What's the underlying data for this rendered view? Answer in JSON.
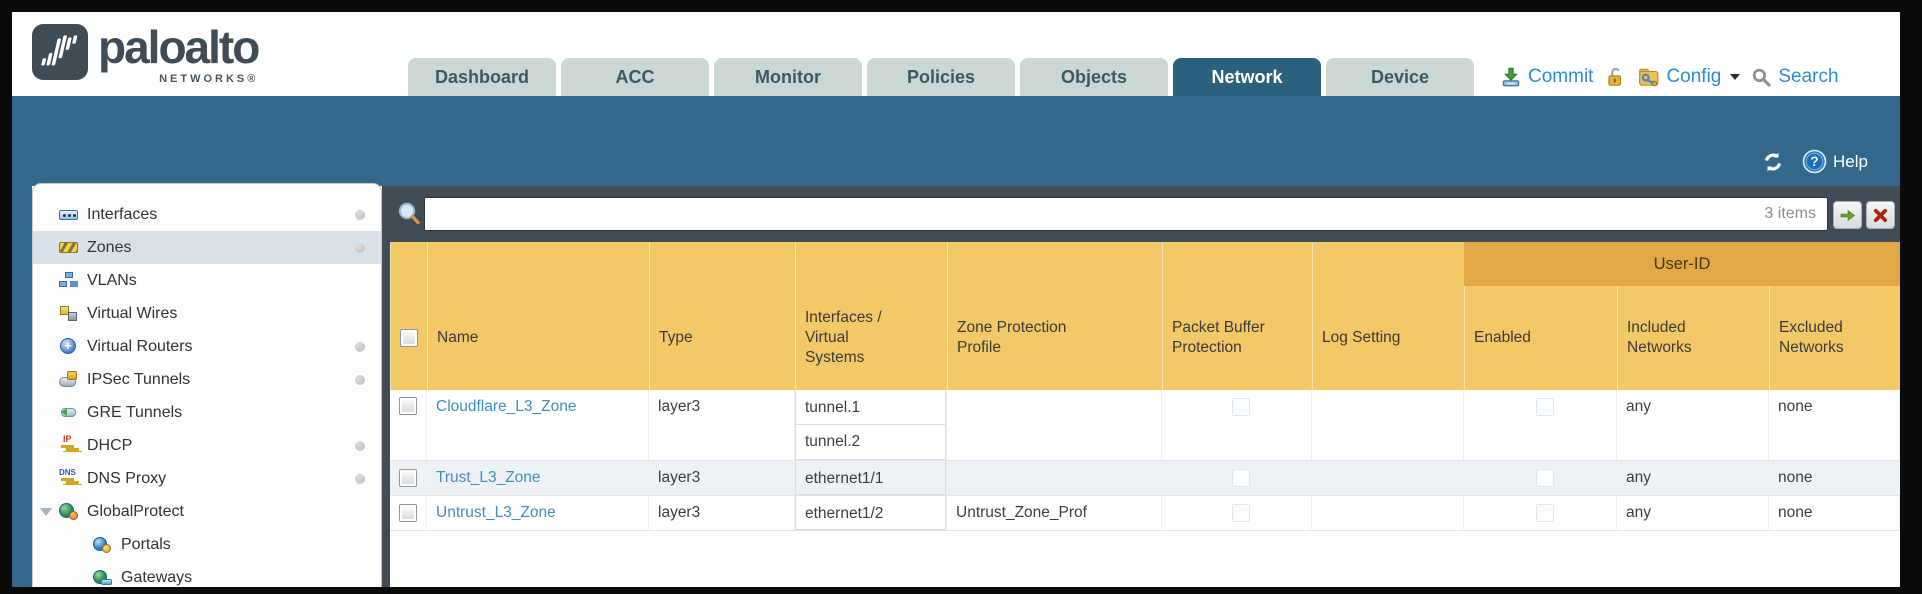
{
  "brand": {
    "word": "paloalto",
    "sub": "NETWORKS®"
  },
  "tabs": [
    {
      "label": "Dashboard",
      "active": false
    },
    {
      "label": "ACC",
      "active": false
    },
    {
      "label": "Monitor",
      "active": false
    },
    {
      "label": "Policies",
      "active": false
    },
    {
      "label": "Objects",
      "active": false
    },
    {
      "label": "Network",
      "active": true
    },
    {
      "label": "Device",
      "active": false
    }
  ],
  "utilities": {
    "commit_label": "Commit",
    "config_label": "Config",
    "search_label": "Search"
  },
  "band": {
    "help_label": "Help"
  },
  "search": {
    "count_label": "3 items"
  },
  "sidebar": {
    "items": [
      {
        "label": "Interfaces",
        "icon": "interfaces-icon",
        "dot": true,
        "selected": false,
        "child": false,
        "expander": false
      },
      {
        "label": "Zones",
        "icon": "zones-icon",
        "dot": true,
        "selected": true,
        "child": false,
        "expander": false
      },
      {
        "label": "VLANs",
        "icon": "vlans-icon",
        "dot": false,
        "selected": false,
        "child": false,
        "expander": false
      },
      {
        "label": "Virtual Wires",
        "icon": "virtual-wires-icon",
        "dot": false,
        "selected": false,
        "child": false,
        "expander": false
      },
      {
        "label": "Virtual Routers",
        "icon": "virtual-routers-icon",
        "dot": true,
        "selected": false,
        "child": false,
        "expander": false
      },
      {
        "label": "IPSec Tunnels",
        "icon": "ipsec-tunnels-icon",
        "dot": true,
        "selected": false,
        "child": false,
        "expander": false
      },
      {
        "label": "GRE Tunnels",
        "icon": "gre-tunnels-icon",
        "dot": false,
        "selected": false,
        "child": false,
        "expander": false
      },
      {
        "label": "DHCP",
        "icon": "dhcp-icon",
        "dot": true,
        "selected": false,
        "child": false,
        "expander": false
      },
      {
        "label": "DNS Proxy",
        "icon": "dns-proxy-icon",
        "dot": true,
        "selected": false,
        "child": false,
        "expander": false
      },
      {
        "label": "GlobalProtect",
        "icon": "globalprotect-icon",
        "dot": false,
        "selected": false,
        "child": false,
        "expander": true
      },
      {
        "label": "Portals",
        "icon": "portals-icon",
        "dot": false,
        "selected": false,
        "child": true,
        "expander": false
      },
      {
        "label": "Gateways",
        "icon": "gateways-icon",
        "dot": false,
        "selected": false,
        "child": true,
        "expander": false
      }
    ]
  },
  "table": {
    "group_header": "User-ID",
    "columns": [
      "Name",
      "Type",
      "Interfaces / Virtual Systems",
      "Zone Protection Profile",
      "Packet Buffer Protection",
      "Log Setting",
      "Enabled",
      "Included Networks",
      "Excluded Networks"
    ],
    "rows": [
      {
        "name": "Cloudflare_L3_Zone",
        "type": "layer3",
        "interfaces": [
          "tunnel.1",
          "tunnel.2"
        ],
        "zone_protection_profile": "",
        "log_setting": "",
        "included_networks": "any",
        "excluded_networks": "none"
      },
      {
        "name": "Trust_L3_Zone",
        "type": "layer3",
        "interfaces": [
          "ethernet1/1"
        ],
        "zone_protection_profile": "",
        "log_setting": "",
        "included_networks": "any",
        "excluded_networks": "none"
      },
      {
        "name": "Untrust_L3_Zone",
        "type": "layer3",
        "interfaces": [
          "ethernet1/2"
        ],
        "zone_protection_profile": "Untrust_Zone_Prof",
        "log_setting": "",
        "included_networks": "any",
        "excluded_networks": "none"
      }
    ]
  },
  "colors": {
    "teal_band": "#35698b",
    "active_tab": "#2b607f",
    "inactive_tab": "#ccd6d4",
    "slate_band": "#414c56",
    "header_gold": "#f3c967",
    "group_gold": "#e1a845",
    "link_blue": "#4090bc",
    "util_blue": "#2d8fc9",
    "selected_item": "#d9e1e8"
  }
}
